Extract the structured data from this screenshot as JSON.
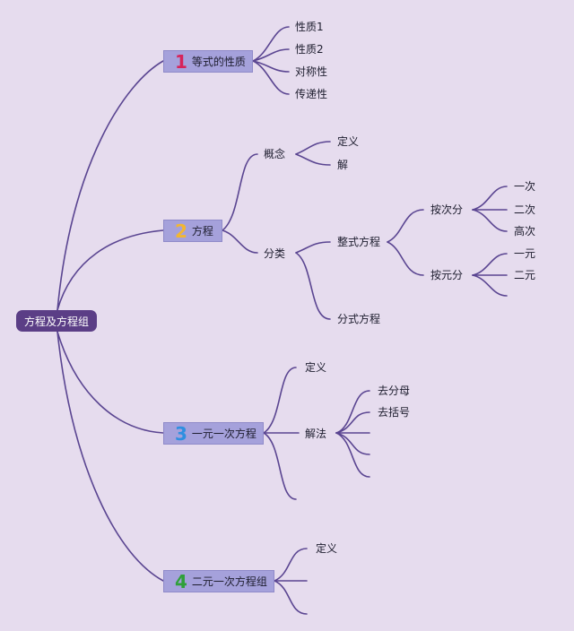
{
  "root": {
    "label": "方程及方程组"
  },
  "branches": [
    {
      "number": "1",
      "number_color": "#d6245b",
      "label": "等式的性质",
      "children": [
        "性质1",
        "性质2",
        "对称性",
        "传递性"
      ]
    },
    {
      "number": "2",
      "number_color": "#f2b632",
      "label": "方程",
      "concept": {
        "label": "概念",
        "children": [
          "定义",
          "解"
        ]
      },
      "classify": {
        "label": "分类",
        "integral": {
          "label": "整式方程",
          "by_degree": {
            "label": "按次分",
            "children": [
              "一次",
              "二次",
              "高次"
            ]
          },
          "by_unknowns": {
            "label": "按元分",
            "children": [
              "一元",
              "二元"
            ]
          }
        },
        "fractional": {
          "label": "分式方程"
        }
      }
    },
    {
      "number": "3",
      "number_color": "#2f8fe0",
      "label": "一元一次方程",
      "definition": "定义",
      "method": {
        "label": "解法",
        "children": [
          "去分母",
          "去括号"
        ]
      }
    },
    {
      "number": "4",
      "number_color": "#2fa03a",
      "label": "二元一次方程组",
      "definition": "定义"
    }
  ]
}
